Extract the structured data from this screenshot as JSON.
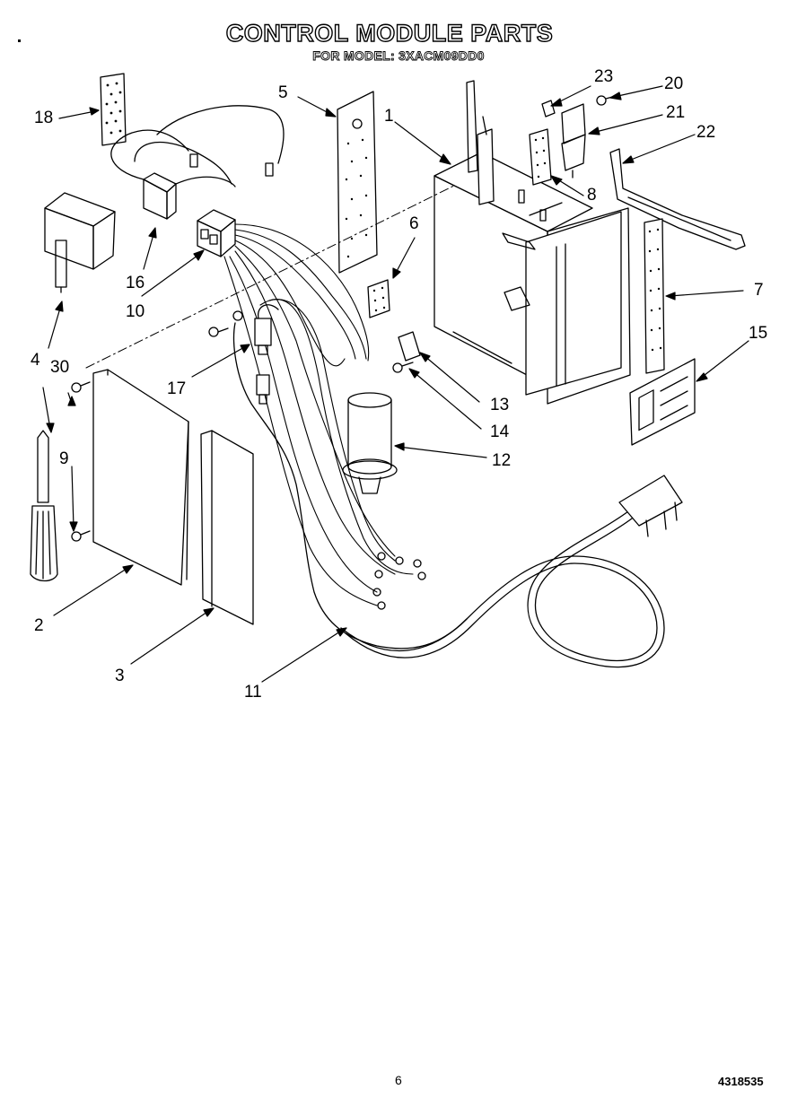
{
  "title": "CONTROL MODULE PARTS",
  "subtitle": "FOR MODEL: 3XACM09DD0",
  "part_labels": {
    "p1": "1",
    "p2": "2",
    "p3": "3",
    "p4": "4",
    "p5": "5",
    "p6": "6",
    "p7": "7",
    "p8": "8",
    "p9": "9",
    "p10": "10",
    "p11": "11",
    "p12": "12",
    "p13": "13",
    "p14": "14",
    "p15": "15",
    "p16": "16",
    "p17": "17",
    "p18": "18",
    "p20": "20",
    "p21": "21",
    "p22": "22",
    "p23": "23",
    "p30": "30"
  },
  "footer": {
    "page": "6",
    "doc_number": "4318535"
  }
}
